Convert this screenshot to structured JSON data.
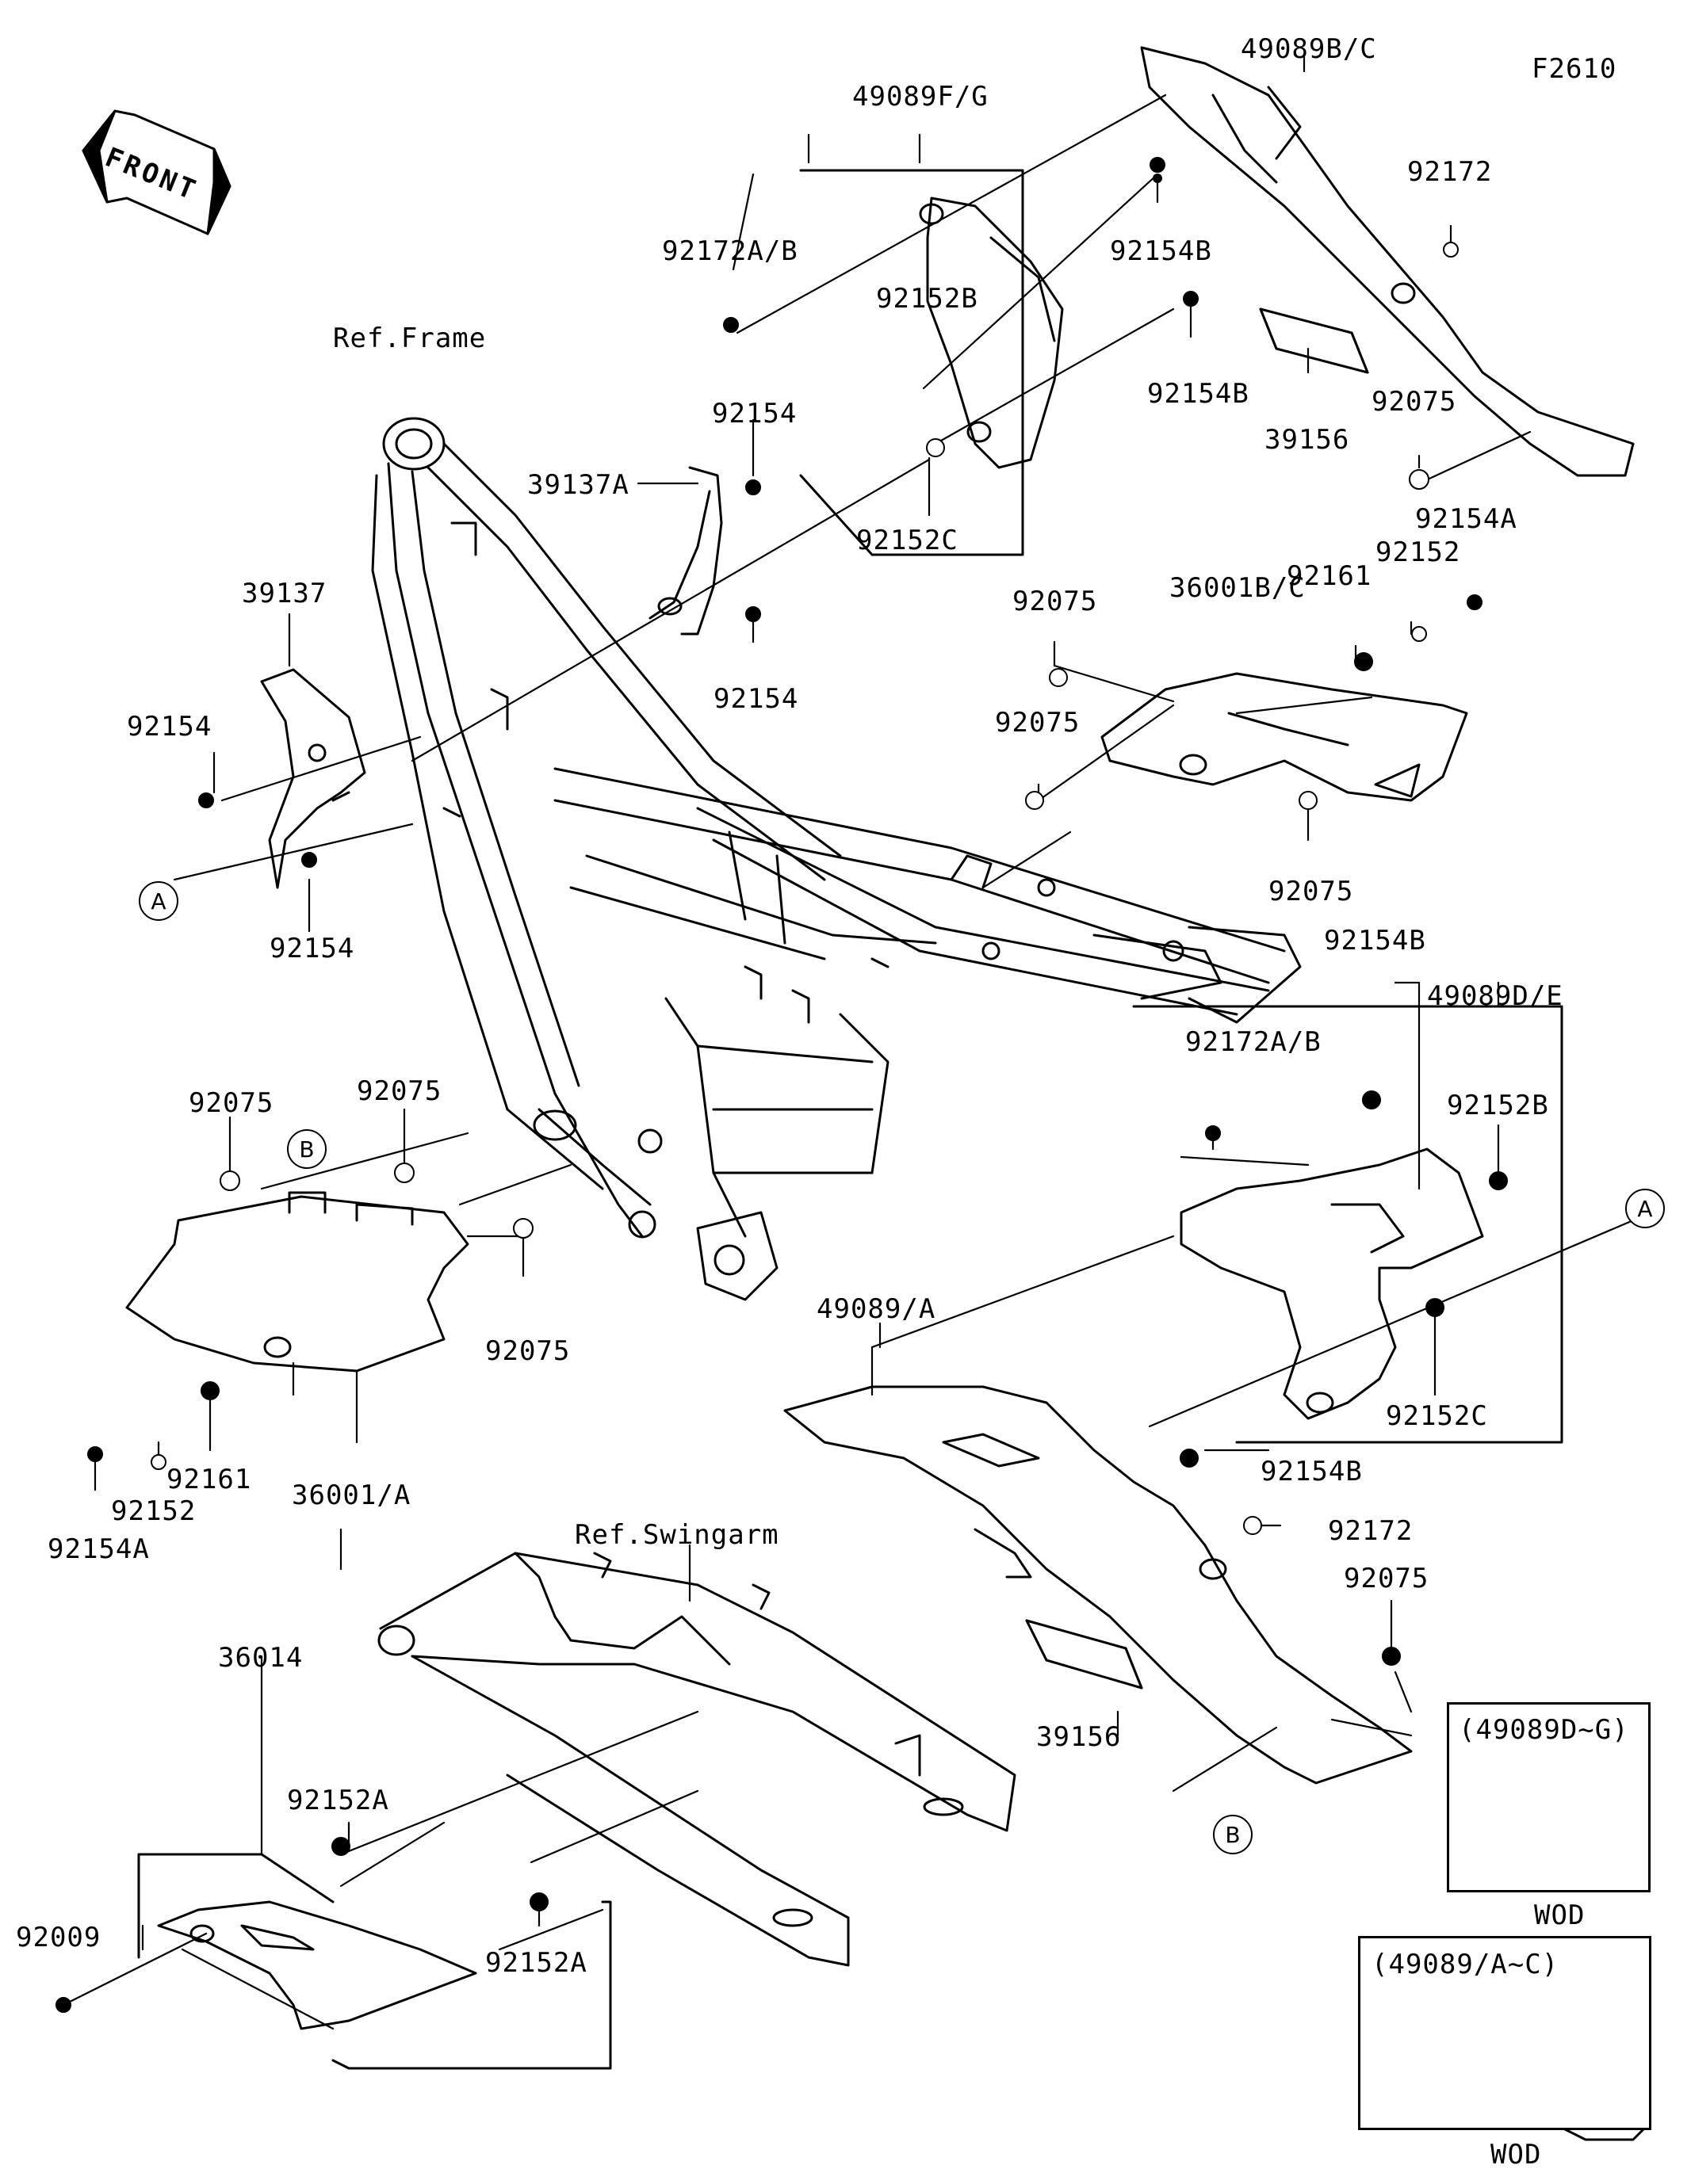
{
  "diagram_code": "F2610",
  "front_label": "FRONT",
  "refs": {
    "frame": "Ref.Frame",
    "swingarm": "Ref.Swingarm"
  },
  "callouts": {
    "a": "A",
    "b": "B"
  },
  "labels": {
    "p49089bc": "49089B/C",
    "p49089fg": "49089F/G",
    "p92172ab_top": "92172A/B",
    "p92154b_1": "92154B",
    "p92152b_top": "92152B",
    "p92172_top": "92172",
    "p92154b_2": "92154B",
    "p92075_top": "92075",
    "p39156_top": "39156",
    "p92154_1": "92154",
    "p39137a": "39137A",
    "p92152c_top": "92152C",
    "p92154a_top": "92154A",
    "p92152_top": "92152",
    "p92161_top": "92161",
    "p39137": "39137",
    "p92075_2": "92075",
    "p36001bc": "36001B/C",
    "p92154_2": "92154",
    "p92154_3": "92154",
    "p92075_3": "92075",
    "p92154_4": "92154",
    "p92075_4": "92075",
    "p92154b_3": "92154B",
    "p49089de": "49089D/E",
    "p92172ab_mid": "92172A/B",
    "p92075_5": "92075",
    "p92075_6": "92075",
    "p92152b_mid": "92152B",
    "p92075_7": "92075",
    "p49089a": "49089/A",
    "p92152c_mid": "92152C",
    "p92161_bot": "92161",
    "p92152_bot": "92152",
    "p36001a": "36001/A",
    "p92154a_bot": "92154A",
    "p92154b_4": "92154B",
    "p92172_bot": "92172",
    "p92075_8": "92075",
    "p36014": "36014",
    "p39156_bot": "39156",
    "p92152a_1": "92152A",
    "p92009": "92009",
    "p92152a_2": "92152A"
  },
  "insets": [
    {
      "title": "(49089D~G)",
      "caption": "WOD"
    },
    {
      "title": "(49089/A~C)",
      "caption": "WOD"
    }
  ]
}
